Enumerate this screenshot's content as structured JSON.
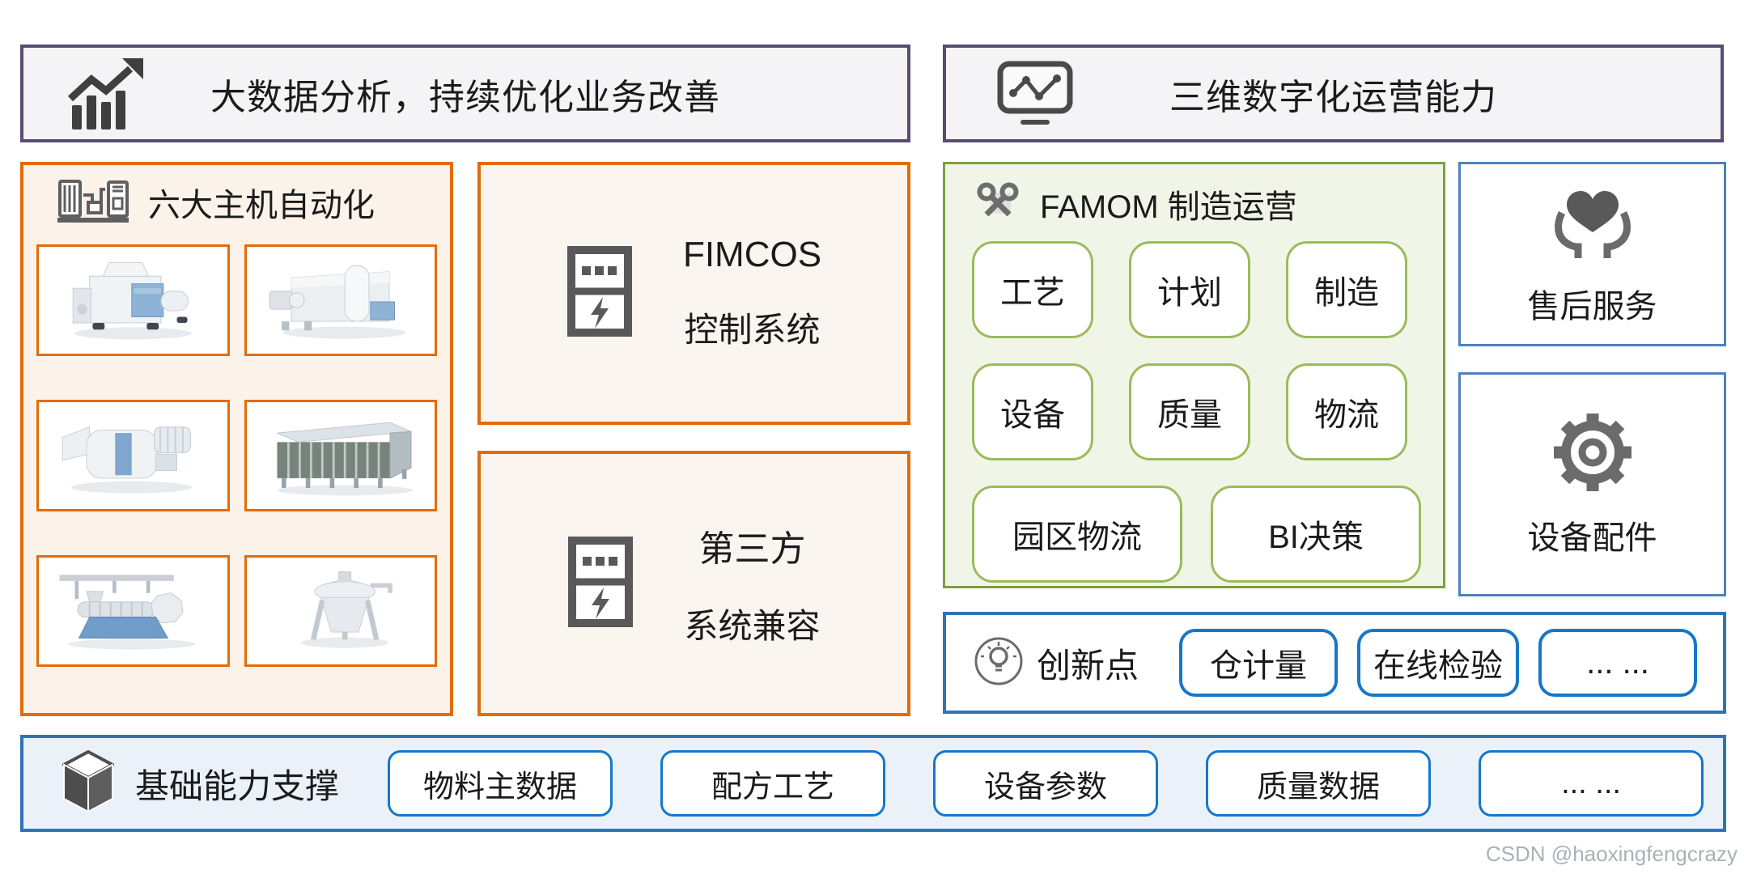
{
  "banners": {
    "left": {
      "label": "大数据分析，持续优化业务改善",
      "icon": "bar-chart-growth-icon"
    },
    "right": {
      "label": "三维数字化运营能力",
      "icon": "monitor-trend-icon"
    }
  },
  "machines": {
    "title": "六大主机自动化",
    "icon": "cnc-machine-icon",
    "images": [
      "hammer-mill",
      "twin-shaft-mixer",
      "pellet-mill",
      "belt-dryer",
      "extruder",
      "batch-cooker"
    ]
  },
  "fimcos": {
    "line1": "FIMCOS",
    "line2": "控制系统",
    "icon": "control-cabinet-icon"
  },
  "thirdparty": {
    "line1": "第三方",
    "line2": "系统兼容",
    "icon": "control-cabinet-icon"
  },
  "famom": {
    "title": "FAMOM 制造运营",
    "icon": "crossed-wrenches-icon",
    "modules": [
      "工艺",
      "计划",
      "制造",
      "设备",
      "质量",
      "物流"
    ],
    "modules_wide": [
      "园区物流",
      "BI决策"
    ]
  },
  "service": {
    "label": "售后服务",
    "icon": "heart-in-hands-icon"
  },
  "parts": {
    "label": "设备配件",
    "icon": "gear-icon"
  },
  "innovation": {
    "title": "创新点",
    "icon": "lightbulb-icon",
    "items": [
      "仓计量",
      "在线检验",
      "... ..."
    ]
  },
  "foundation": {
    "title": "基础能力支撑",
    "icon": "cube-icon",
    "items": [
      "物料主数据",
      "配方工艺",
      "设备参数",
      "质量数据",
      "... ..."
    ]
  },
  "watermark": "CSDN @haoxingfengcrazy",
  "palette": {
    "purple_border": "#5B4A72",
    "orange_border": "#E36C09",
    "green_border": "#7E9E40",
    "green_button_border": "#9BBB59",
    "blue_box_border": "#4F81BD",
    "blue_strip_border": "#2E74B5",
    "blue_button_border": "#1677C8",
    "banner_bg": "#F4F4F6",
    "orange_bg": "#FBF3EA",
    "green_bg": "#F1F5E8",
    "foundation_bg": "#EBF1F9"
  }
}
